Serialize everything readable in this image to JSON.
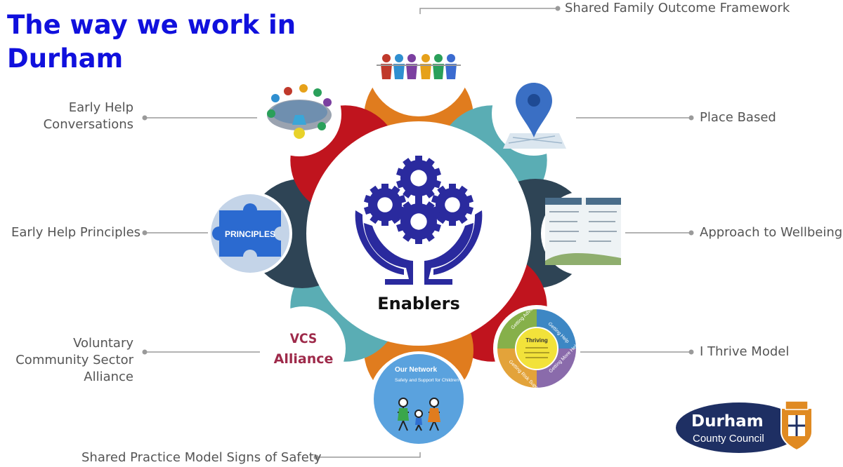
{
  "title": "The way we work in Durham",
  "center": {
    "label": "Enablers"
  },
  "segments": [
    {
      "id": "shared-family",
      "label": "Shared Family Outcome Framework",
      "color": "#e07c1e"
    },
    {
      "id": "place-based",
      "label": "Place Based",
      "color": "#5aadb4"
    },
    {
      "id": "approach-wellbeing",
      "label": "Approach to Wellbeing",
      "color": "#2e4455"
    },
    {
      "id": "i-thrive",
      "label": "I Thrive Model",
      "color": "#c0141e"
    },
    {
      "id": "signs-of-safety",
      "label": "Shared Practice Model Signs of Safety",
      "color": "#e07c1e"
    },
    {
      "id": "vcs-alliance",
      "label": "Voluntary Community Sector Alliance",
      "color": "#5aadb4"
    },
    {
      "id": "eh-principles",
      "label": "Early Help Principles",
      "color": "#2e4455"
    },
    {
      "id": "eh-conversations",
      "label": "Early Help Conversations",
      "color": "#c0141e"
    }
  ],
  "icons": {
    "principles_text": "PRINCIPLES",
    "vcs_text": "VCS Alliance",
    "network_title": "Our Network",
    "network_subtitle": "Safety and Support for Children and Families",
    "thrive_center": "Thriving",
    "thrive_quadrants": [
      "Getting Advice",
      "Getting Help",
      "Getting More Help",
      "Getting Risk Support"
    ]
  },
  "logo": {
    "line1": "Durham",
    "line2": "County Council"
  },
  "colors": {
    "title": "#1010dd",
    "gear": "#2a2a9e",
    "label": "#555555"
  }
}
